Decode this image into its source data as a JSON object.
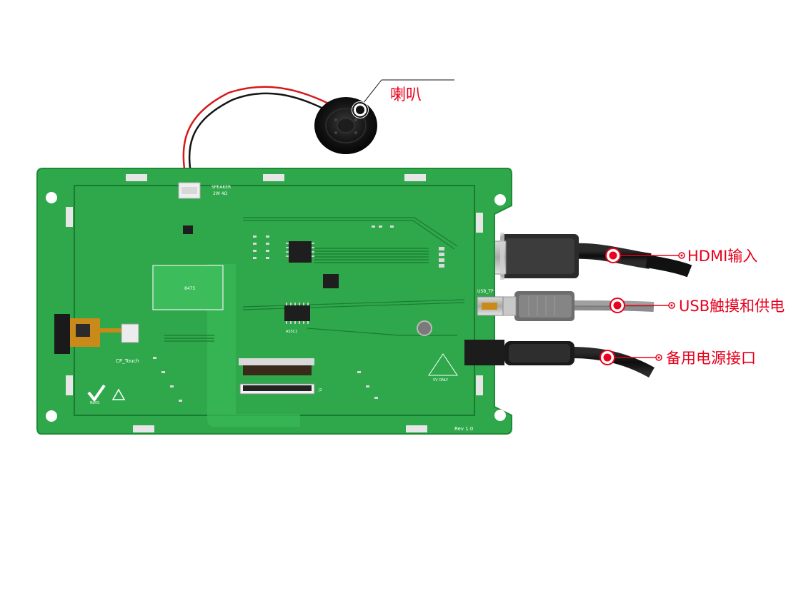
{
  "callouts": {
    "speaker": "喇叭",
    "hdmi": "HDMI输入",
    "usb": "USB触摸和供电",
    "power": "备用电源接口"
  },
  "board": {
    "speaker_label": "SPEAKER",
    "speaker_spec": "2W 4Ω",
    "ctp_label": "CP_Touch",
    "usb_label": "USB_TP",
    "power_warning": "5V ONLY",
    "revision": "Rev 1.0",
    "chip_label": "8475",
    "ic_label": "AS5C2",
    "rohs_label": "RoHS",
    "connector_label": "J2"
  },
  "colors": {
    "callout_red": "#e8001c",
    "pcb_green": "#2ea84a",
    "pcb_dark": "#1f8a36"
  }
}
